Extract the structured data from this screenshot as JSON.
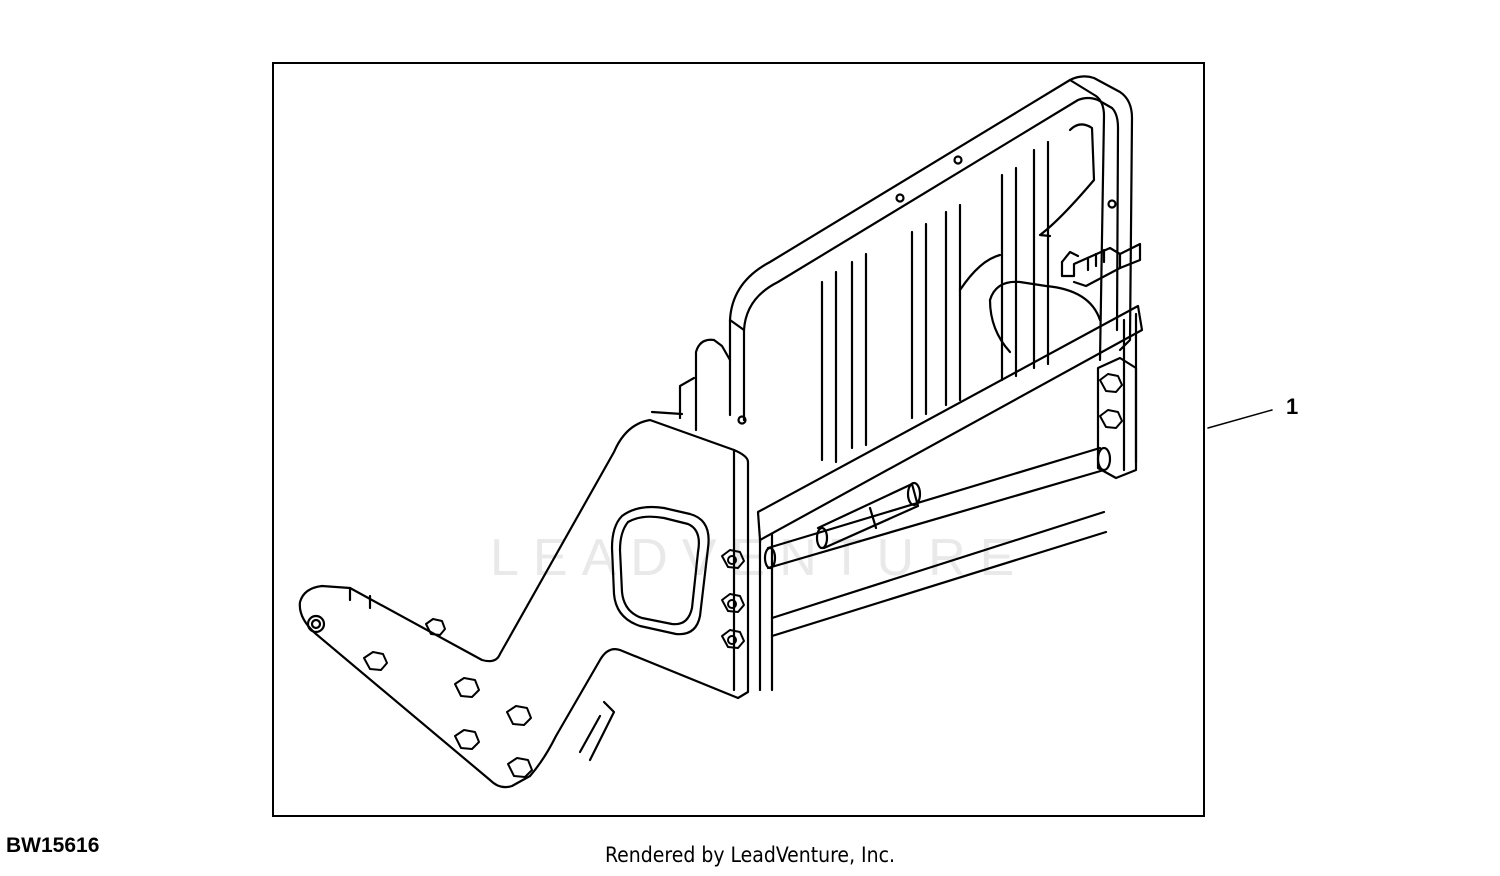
{
  "diagram": {
    "callouts": [
      {
        "label": "1"
      }
    ],
    "figure_id": "BW15616",
    "credit": "Rendered by LeadVenture, Inc.",
    "watermark": "LEADVENTURE"
  }
}
